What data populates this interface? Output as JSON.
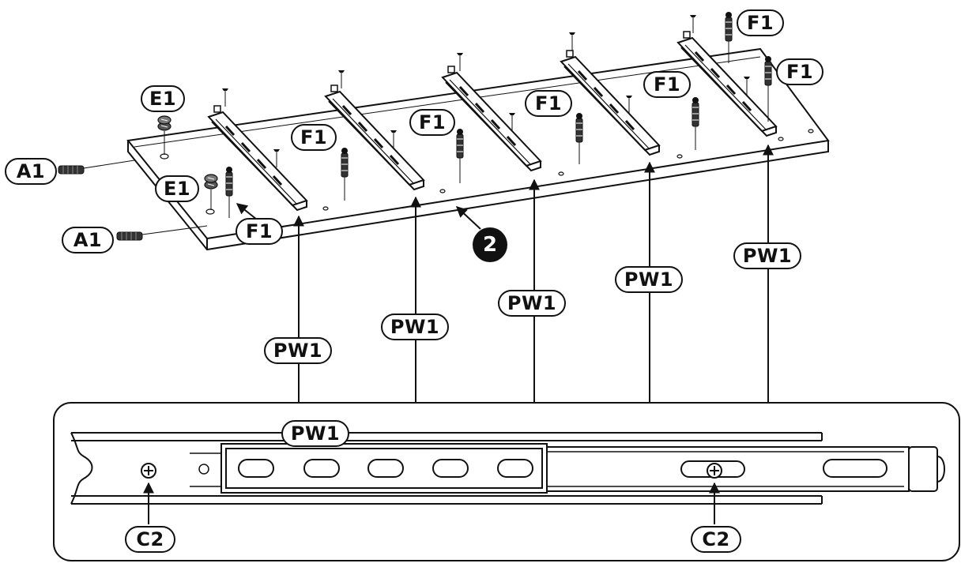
{
  "step_number": "2",
  "parts": {
    "a1": "A1",
    "e1": "E1",
    "f1": "F1",
    "pw1": "PW1",
    "c2": "C2"
  },
  "colors": {
    "ink": "#111111",
    "paper": "#ffffff"
  }
}
